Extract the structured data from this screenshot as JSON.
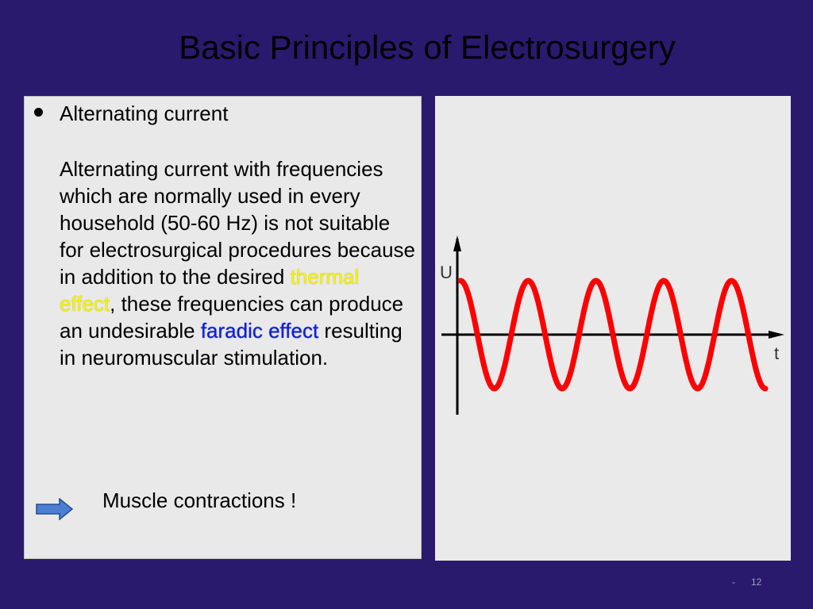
{
  "slide": {
    "title": "Basic Principles of Electrosurgery",
    "bullet": "Alternating current",
    "body_part1": "Alternating current with frequencies which are normally used in every household (50-60 Hz) is not suitable for electrosurgical procedures because in addition to the desired ",
    "highlight_thermal": "thermal effect",
    "body_part2": ", these frequencies can produce an undesirable ",
    "highlight_faradic": "faradic effect",
    "body_part3": " resulting in neuromuscular stimulation.",
    "arrow_icon": "right-arrow-icon",
    "conclusion": "Muscle contractions !"
  },
  "graph": {
    "y_axis_label": "U",
    "x_axis_label": "t",
    "wave_color": "#ff0000",
    "wave_type": "sine",
    "cycles": 4.5
  },
  "footer": {
    "separator": "-",
    "page_number": "12"
  },
  "colors": {
    "background": "#2a1a6e",
    "panel": "#e9e9e9",
    "highlight_thermal": "#f5f500",
    "highlight_faradic": "#1020d0",
    "arrow_fill": "#4a7fd4"
  }
}
